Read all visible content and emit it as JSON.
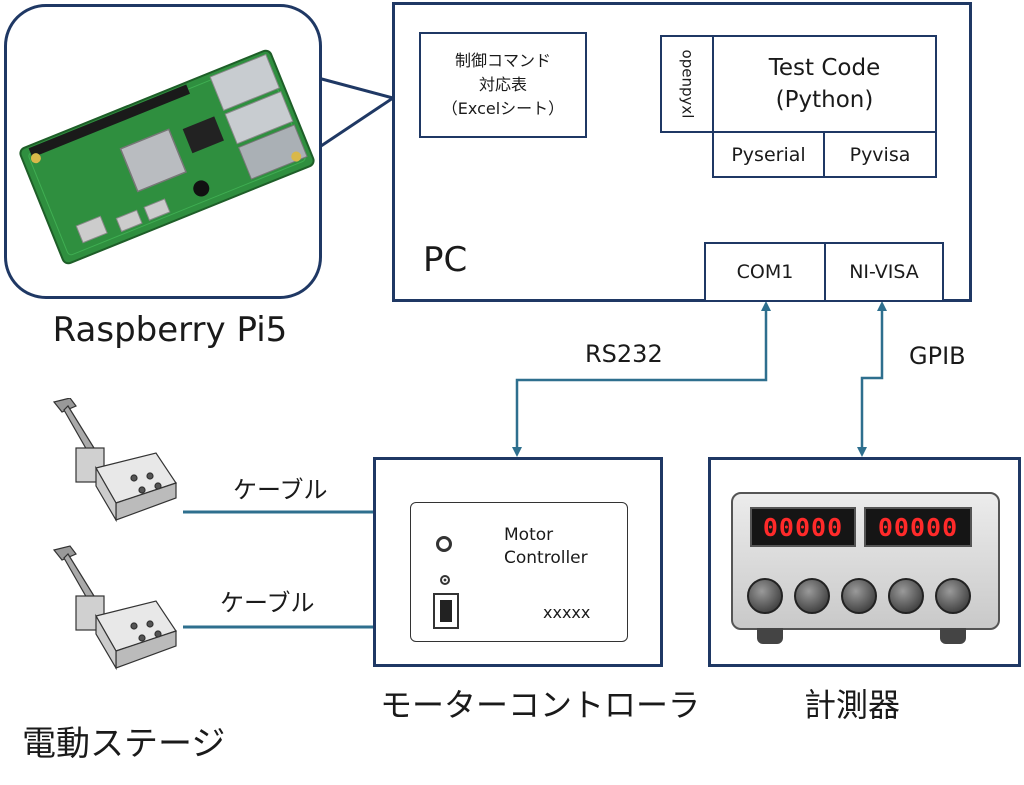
{
  "raspberry": {
    "label": "Raspberry Pi5"
  },
  "pc": {
    "label": "PC",
    "excel_box": {
      "line1": "制御コマンド",
      "line2": "対応表",
      "line3": "（Excelシート）"
    },
    "openpyxl": "openpyxl",
    "test_code": {
      "line1": "Test Code",
      "line2": "(Python)"
    },
    "pyserial": "Pyserial",
    "pyvisa": "Pyvisa",
    "com1": "COM1",
    "nivisa": "NI-VISA"
  },
  "connections": {
    "rs232": "RS232",
    "gpib": "GPIB",
    "cable1": "ケーブル",
    "cable2": "ケーブル"
  },
  "motor_controller": {
    "panel_line1": "Motor",
    "panel_line2": "Controller",
    "serial": "xxxxx",
    "caption": "モーターコントローラ"
  },
  "instrument": {
    "display_left": "00000",
    "display_right": "00000",
    "caption": "計測器"
  },
  "stage": {
    "caption": "電動ステージ"
  },
  "colors": {
    "navy": "#1f3864",
    "arrow": "#1a5276",
    "teal_line": "#2e6f8e",
    "led_red": "#ff2a2a"
  }
}
